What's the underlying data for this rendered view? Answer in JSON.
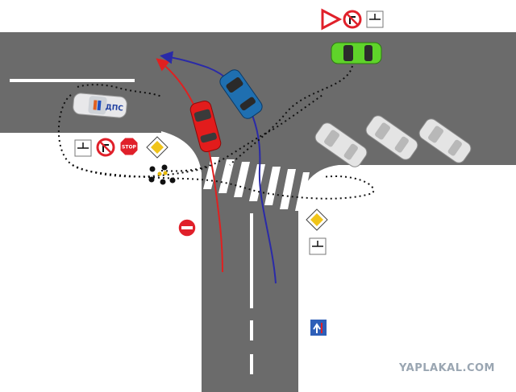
{
  "diagram": {
    "title": "",
    "watermark": "YAPLAKAL.COM",
    "colors": {
      "road": "#6b6b6b",
      "background": "#ffffff",
      "marking": "#ffffff",
      "red_path": "#e02020",
      "blue_path": "#2a2aa8",
      "dotted_path": "#111111"
    }
  },
  "vehicles": [
    {
      "id": "police-car",
      "label": "ДПС",
      "color": "#e8e8ea"
    },
    {
      "id": "red-car",
      "label": "",
      "color": "#e21c1c"
    },
    {
      "id": "blue-car",
      "label": "",
      "color": "#1f6fb0"
    },
    {
      "id": "green-car",
      "label": "",
      "color": "#5fd42a"
    },
    {
      "id": "parked-car-1",
      "label": "",
      "color": "#e4e4e4"
    },
    {
      "id": "parked-car-2",
      "label": "",
      "color": "#e4e4e4"
    },
    {
      "id": "parked-car-3",
      "label": "",
      "color": "#e4e4e4"
    }
  ],
  "signs": {
    "stop_label": "STOP",
    "items": [
      {
        "id": "top-give-way",
        "icon": "give-way-triangle"
      },
      {
        "id": "top-no-right-turn",
        "icon": "no-right-turn"
      },
      {
        "id": "top-intersection-plate",
        "icon": "intersection-shape-plate"
      },
      {
        "id": "left-intersection-plate",
        "icon": "intersection-shape-plate"
      },
      {
        "id": "left-no-right-turn",
        "icon": "no-right-turn"
      },
      {
        "id": "left-stop",
        "icon": "stop-octagon"
      },
      {
        "id": "left-main-road",
        "icon": "main-road-diamond"
      },
      {
        "id": "no-entry",
        "icon": "no-entry"
      },
      {
        "id": "right-main-road",
        "icon": "main-road-diamond"
      },
      {
        "id": "right-intersection-plate",
        "icon": "intersection-shape-plate"
      },
      {
        "id": "lane-direction",
        "icon": "lane-direction-blue"
      }
    ]
  }
}
